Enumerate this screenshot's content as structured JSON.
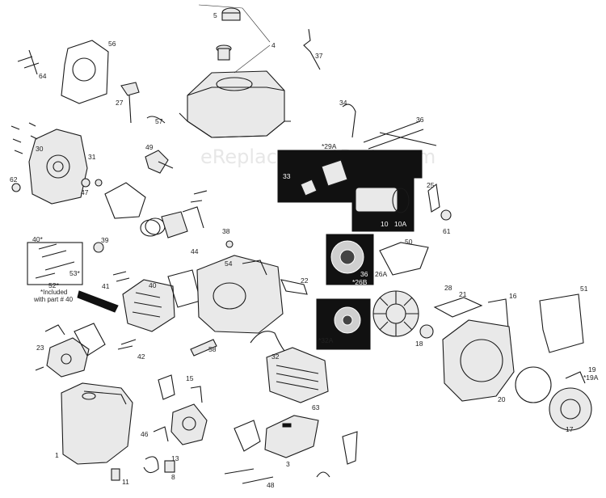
{
  "watermark": "eReplacementParts.com",
  "note": {
    "line1": "*Included",
    "line2": "with part # 40"
  },
  "callouts": {
    "c1": "1",
    "c3": "3",
    "c4": "4",
    "c5": "5",
    "c8": "8",
    "c10": "10",
    "c10a": "10A",
    "c11": "11",
    "c13": "13",
    "c15": "15",
    "c16": "16",
    "c17": "17",
    "c18": "18",
    "c19": "19",
    "c19a": "*19A",
    "c20": "20",
    "c21": "21",
    "c22": "22",
    "c23": "23",
    "c25": "25",
    "c26a": "26A",
    "c26b": "*26B",
    "c27": "27",
    "c28": "28",
    "c29a": "*29A",
    "c30": "30",
    "c31": "31",
    "c32": "32",
    "c32a": "*32A",
    "c33": "33",
    "c34": "34",
    "c36": "36",
    "c36b": "36",
    "c37": "37",
    "c38": "38",
    "c39": "39",
    "c40": "40",
    "c40s": "40*",
    "c41": "41",
    "c42": "42",
    "c44": "44",
    "c46": "46",
    "c47": "47",
    "c48": "48",
    "c49": "49",
    "c50": "50",
    "c51": "51",
    "c52s": "52*",
    "c53s": "53*",
    "c54": "54",
    "c56": "56",
    "c57": "57",
    "c58": "58",
    "c61": "61",
    "c62": "62",
    "c63": "63",
    "c64": "64"
  }
}
